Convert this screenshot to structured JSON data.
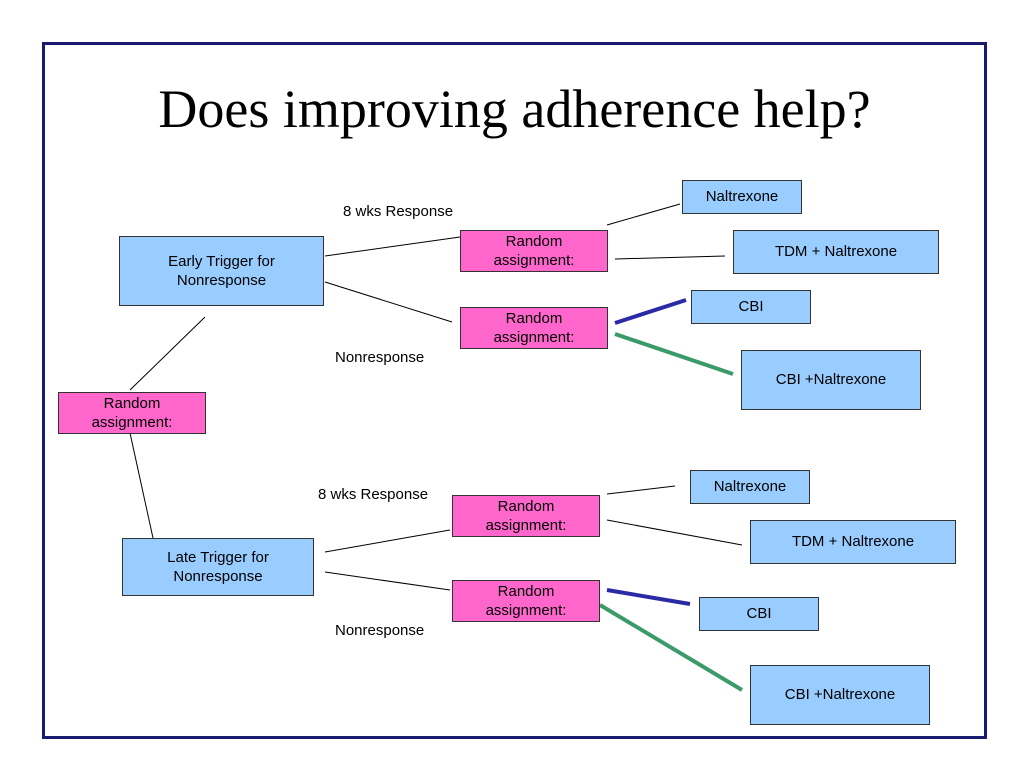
{
  "title": "Does improving adherence help?",
  "colors": {
    "frame_border": "#1a1a6e",
    "node_blue": "#99ccff",
    "node_pink": "#ff66cc",
    "edge_cbi": "#2a2aa6",
    "edge_cbi_naltrexone": "#3a9a6a"
  },
  "nodes": {
    "root_random": "Random\nassignment:",
    "early_trigger": "Early Trigger for\nNonresponse",
    "late_trigger": "Late Trigger for\nNonresponse",
    "early_response_random": "Random\nassignment:",
    "early_nonresponse_random": "Random\nassignment:",
    "late_response_random": "Random\nassignment:",
    "late_nonresponse_random": "Random\nassignment:",
    "early_naltrexone": "Naltrexone",
    "early_tdm_naltrexone": "TDM + Naltrexone",
    "early_cbi": "CBI",
    "early_cbi_naltrexone": "CBI +Naltrexone",
    "late_naltrexone": "Naltrexone",
    "late_tdm_naltrexone": "TDM + Naltrexone",
    "late_cbi": "CBI",
    "late_cbi_naltrexone": "CBI +Naltrexone"
  },
  "edge_labels": {
    "early_response": "8 wks Response",
    "early_nonresponse": "Nonresponse",
    "late_response": "8 wks Response",
    "late_nonresponse": "Nonresponse"
  }
}
